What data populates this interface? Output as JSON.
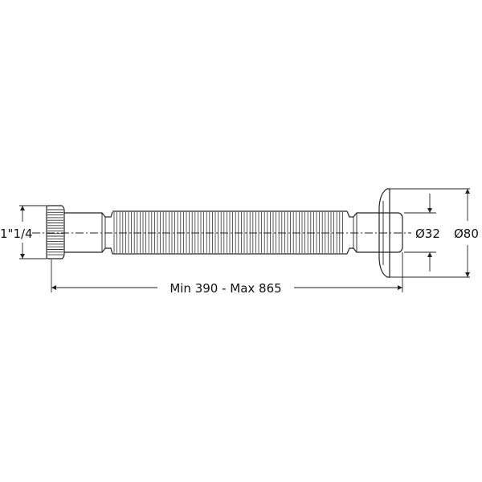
{
  "dimensions": {
    "thread_label": "1\"1/4",
    "length_label": "Min 390 - Max 865",
    "inner_diameter_label": "Ø32",
    "flange_diameter_label": "Ø80"
  },
  "colors": {
    "line": "#222222",
    "background": "#ffffff"
  }
}
